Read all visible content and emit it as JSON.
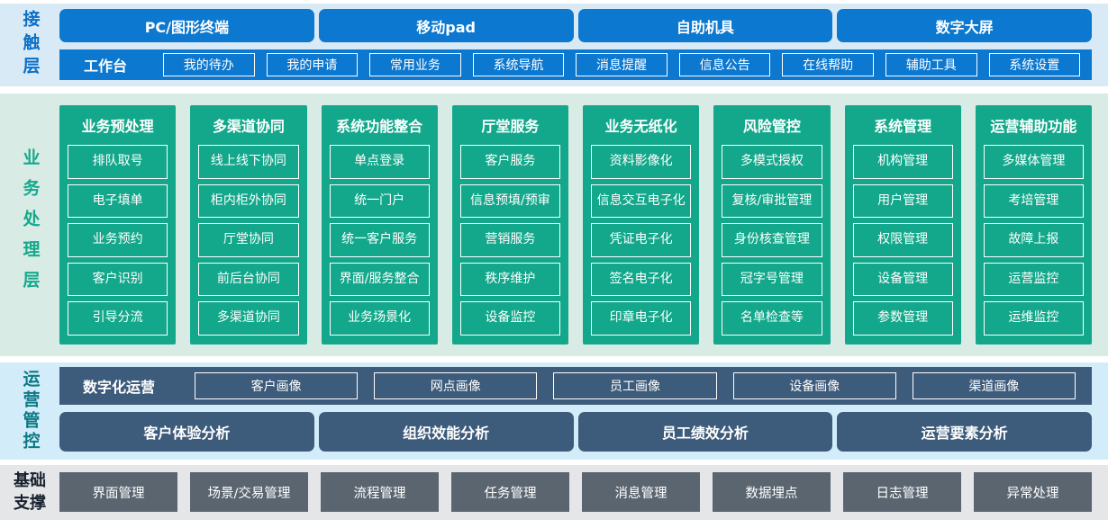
{
  "colors": {
    "contact_accent": "#0c78cf",
    "contact_band_bg": "#d9eaf7",
    "business_accent": "#13a88b",
    "business_band_bg": "#d8ebe4",
    "operations_accent": "#3d5b7b",
    "operations_band_bg": "#d2edf9",
    "operations_label": "#0b7a85",
    "foundation_accent": "#5a6570",
    "foundation_band_bg": "#e5e6e8",
    "foundation_label": "#17212e",
    "box_border": "#ffffff",
    "box_text": "#ffffff"
  },
  "layers": {
    "contact": {
      "label": "接触层",
      "terminals": [
        "PC/图形终端",
        "移动pad",
        "自助机具",
        "数字大屏"
      ],
      "workbench": {
        "label": "工作台",
        "items": [
          "我的待办",
          "我的申请",
          "常用业务",
          "系统导航",
          "消息提醒",
          "信息公告",
          "在线帮助",
          "辅助工具",
          "系统设置"
        ]
      }
    },
    "business": {
      "label": "业务处理层",
      "columns": [
        {
          "title": "业务预处理",
          "items": [
            "排队取号",
            "电子填单",
            "业务预约",
            "客户识别",
            "引导分流"
          ]
        },
        {
          "title": "多渠道协同",
          "items": [
            "线上线下协同",
            "柜内柜外协同",
            "厅堂协同",
            "前后台协同",
            "多渠道协同"
          ]
        },
        {
          "title": "系统功能整合",
          "items": [
            "单点登录",
            "统一门户",
            "统一客户服务",
            "界面/服务整合",
            "业务场景化"
          ]
        },
        {
          "title": "厅堂服务",
          "items": [
            "客户服务",
            "信息预填/预审",
            "营销服务",
            "秩序维护",
            "设备监控"
          ]
        },
        {
          "title": "业务无纸化",
          "items": [
            "资料影像化",
            "信息交互电子化",
            "凭证电子化",
            "签名电子化",
            "印章电子化"
          ]
        },
        {
          "title": "风险管控",
          "items": [
            "多模式授权",
            "复核/审批管理",
            "身份核查管理",
            "冠字号管理",
            "名单检查等"
          ]
        },
        {
          "title": "系统管理",
          "items": [
            "机构管理",
            "用户管理",
            "权限管理",
            "设备管理",
            "参数管理"
          ]
        },
        {
          "title": "运营辅助功能",
          "items": [
            "多媒体管理",
            "考培管理",
            "故障上报",
            "运营监控",
            "运维监控"
          ]
        }
      ]
    },
    "operations": {
      "label": "运营管控",
      "digital_ops": {
        "label": "数字化运营",
        "items": [
          "客户画像",
          "网点画像",
          "员工画像",
          "设备画像",
          "渠道画像"
        ]
      },
      "analysis": [
        "客户体验分析",
        "组织效能分析",
        "员工绩效分析",
        "运营要素分析"
      ]
    },
    "foundation": {
      "label": "基础支撑",
      "items": [
        "界面管理",
        "场景/交易管理",
        "流程管理",
        "任务管理",
        "消息管理",
        "数据埋点",
        "日志管理",
        "异常处理"
      ]
    }
  }
}
